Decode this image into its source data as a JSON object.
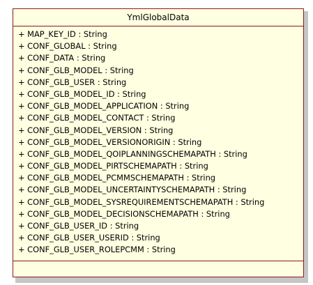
{
  "class": {
    "name": "YmlGlobalData",
    "attributes": [
      "+ MAP_KEY_ID : String",
      "+ CONF_GLOBAL : String",
      "+ CONF_DATA : String",
      "+ CONF_GLB_MODEL : String",
      "+ CONF_GLB_USER : String",
      "+ CONF_GLB_MODEL_ID : String",
      "+ CONF_GLB_MODEL_APPLICATION : String",
      "+ CONF_GLB_MODEL_CONTACT : String",
      "+ CONF_GLB_MODEL_VERSION : String",
      "+ CONF_GLB_MODEL_VERSIONORIGIN : String",
      "+ CONF_GLB_MODEL_QOIPLANNINGSCHEMAPATH : String",
      "+ CONF_GLB_MODEL_PIRTSCHEMAPATH : String",
      "+ CONF_GLB_MODEL_PCMMSCHEMAPATH : String",
      "+ CONF_GLB_MODEL_UNCERTAINTYSCHEMAPATH : String",
      "+ CONF_GLB_MODEL_SYSREQUIREMENTSCHEMAPATH : String",
      "+ CONF_GLB_MODEL_DECISIONSCHEMAPATH : String",
      "+ CONF_GLB_USER_ID : String",
      "+ CONF_GLB_USER_USERID : String",
      "+ CONF_GLB_USER_ROLEPCMM : String"
    ],
    "operations": []
  },
  "colors": {
    "fill": "#ffffe1",
    "border": "#8b1a1a",
    "shadow": "#c6c6c6"
  }
}
